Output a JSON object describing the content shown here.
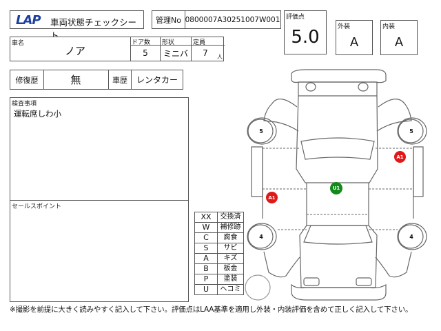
{
  "header": {
    "logo": "LAP",
    "title": "車両状態チェックシート",
    "mgmt_label": "管理No",
    "mgmt_value": "0800007A30251007W001"
  },
  "scores": {
    "overall_label": "評価点",
    "overall_value": "5.0",
    "exterior_label": "外装",
    "exterior_value": "A",
    "interior_label": "内装",
    "interior_value": "A"
  },
  "vehicle": {
    "name_label": "車名",
    "name_value": "ノア",
    "doors_label": "ドア数",
    "doors_value": "5",
    "shape_label": "形状",
    "shape_value": "ミニバ",
    "capacity_label": "定員",
    "capacity_value": "7",
    "capacity_unit": "人"
  },
  "history": {
    "repair_label": "修復歴",
    "repair_value": "無",
    "car_history_label": "車歴",
    "car_history_value": "レンタカー"
  },
  "inspection": {
    "label": "検査事項",
    "text": "運転席しわ小"
  },
  "sales_points": {
    "label": "セールスポイント",
    "text": ""
  },
  "legend": [
    {
      "code": "XX",
      "meaning": "交換済"
    },
    {
      "code": "W",
      "meaning": "補修跡"
    },
    {
      "code": "C",
      "meaning": "腐食"
    },
    {
      "code": "S",
      "meaning": "サビ"
    },
    {
      "code": "A",
      "meaning": "キズ"
    },
    {
      "code": "B",
      "meaning": "板金"
    },
    {
      "code": "P",
      "meaning": "塗装"
    },
    {
      "code": "U",
      "meaning": "ヘコミ"
    }
  ],
  "diagram": {
    "tires": {
      "front_left": "5",
      "front_right": "5",
      "rear_left": "4",
      "rear_right": "4"
    },
    "markers": [
      {
        "code": "A1",
        "color": "#e01818",
        "position": "right-front-door"
      },
      {
        "code": "U1",
        "color": "#138a1b",
        "position": "roof"
      },
      {
        "code": "A1",
        "color": "#e01818",
        "position": "left-rear-door"
      }
    ]
  },
  "footer": "※撮影を前提に大きく読みやすく記入して下さい。評価点はLAA基準を適用し外装・内装評価を含めて正しく記入して下さい。"
}
